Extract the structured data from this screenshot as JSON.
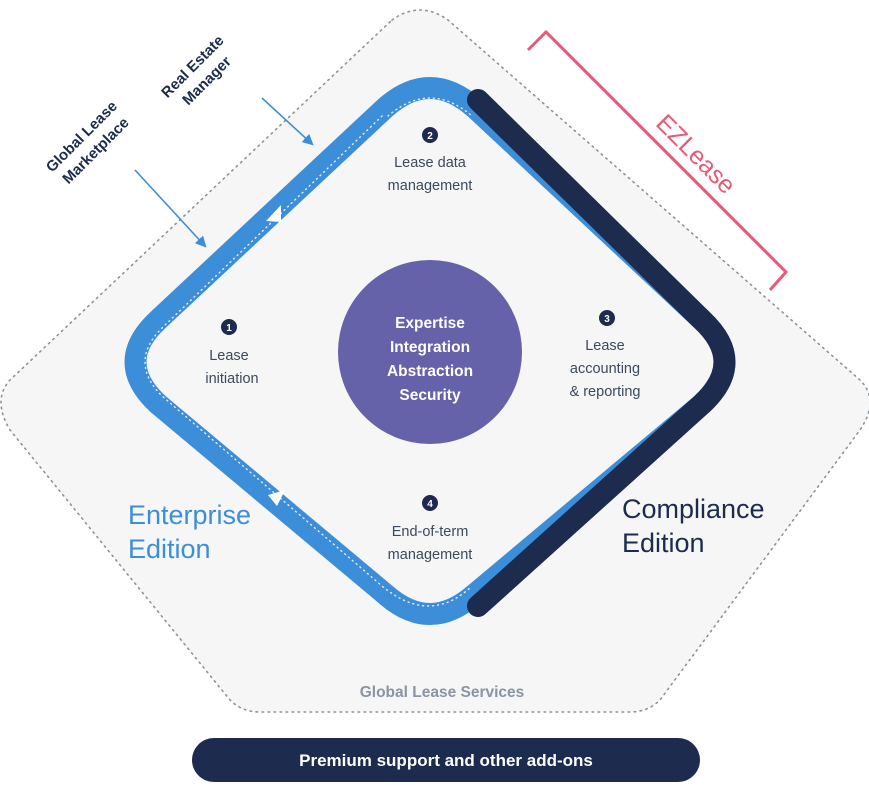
{
  "core": {
    "lines": [
      "Expertise",
      "Integration",
      "Abstraction",
      "Security"
    ]
  },
  "stages": [
    {
      "number": "1",
      "lines": [
        "Lease",
        "initiation"
      ]
    },
    {
      "number": "2",
      "lines": [
        "Lease data",
        "management"
      ]
    },
    {
      "number": "3",
      "lines": [
        "Lease",
        "accounting",
        "& reporting"
      ]
    },
    {
      "number": "4",
      "lines": [
        "End-of-term",
        "management"
      ]
    }
  ],
  "products": {
    "real_estate_manager": [
      "Real Estate",
      "Manager"
    ],
    "global_lease_marketplace": [
      "Global Lease",
      "Marketplace"
    ]
  },
  "editions": {
    "enterprise": [
      "Enterprise",
      "Edition"
    ],
    "compliance": [
      "Compliance",
      "Edition"
    ]
  },
  "ezlease_label": "EZLease",
  "services_label": "Global Lease Services",
  "addons_label": "Premium support and other add-ons",
  "colors": {
    "light_blue": "#3d8ed8",
    "navy": "#1c2b4e",
    "core_purple": "#6562a9",
    "ezlease_pink": "#e85a78",
    "outer_fill": "#f6f6f7"
  }
}
